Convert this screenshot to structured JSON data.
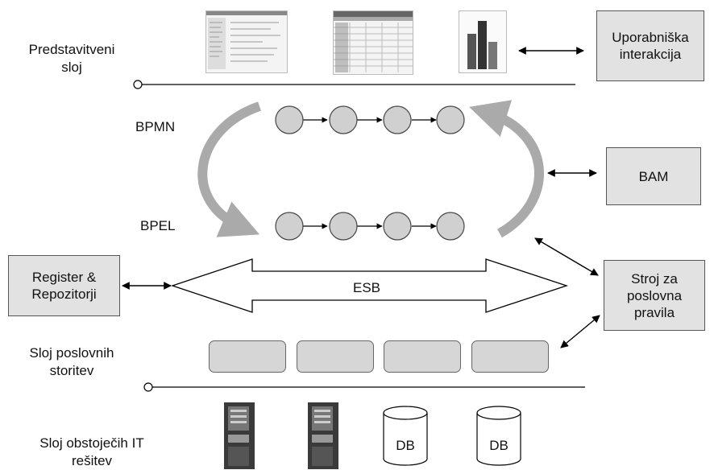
{
  "layers": {
    "presentation": [
      "Predstavitveni",
      "sloj"
    ],
    "business_services": [
      "Sloj poslovnih",
      "storitev"
    ],
    "existing_it": [
      "Sloj obstoječih IT",
      "rešitev"
    ]
  },
  "process": {
    "bpmn": "BPMN",
    "bpel": "BPEL"
  },
  "boxes": {
    "user_interaction": [
      "Uporabniška",
      "interakcija"
    ],
    "bam": "BAM",
    "registry": [
      "Register &",
      "Repozitorji"
    ],
    "rules_engine": [
      "Stroj za",
      "poslovna",
      "pravila"
    ]
  },
  "esb": "ESB",
  "db_label": "DB"
}
